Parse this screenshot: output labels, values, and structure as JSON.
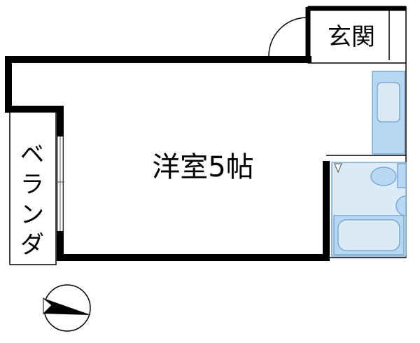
{
  "rooms": {
    "western_room": "洋室5帖",
    "entrance": "玄関",
    "veranda": [
      "ベ",
      "ラ",
      "ン",
      "ダ"
    ]
  },
  "colors": {
    "wall": "#000000",
    "fixture_fill": "#b7d7f3",
    "fixture_light": "#dbeaf7",
    "fixture_stroke": "#7aa9d4",
    "thin_line": "#555555"
  },
  "icons": {
    "compass": "north-arrow-icon",
    "door": "door-swing-icon"
  }
}
